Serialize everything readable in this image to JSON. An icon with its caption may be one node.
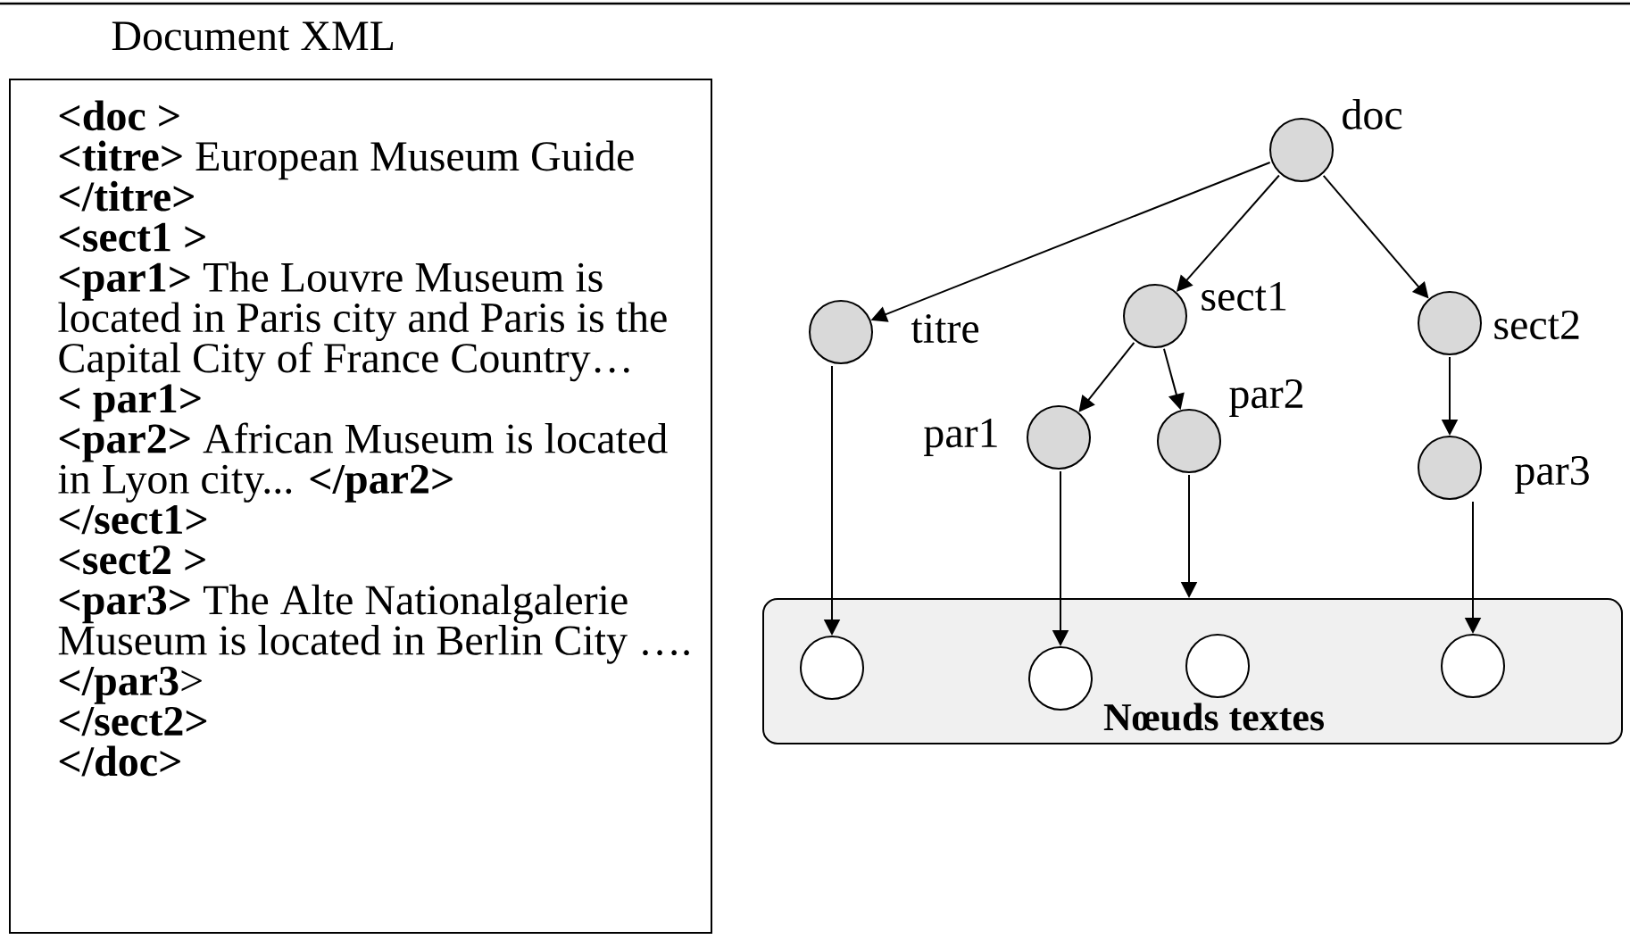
{
  "diagram": {
    "nodes": [
      {
        "text": [
          "Document XML",
          "**<doc >**",
          "**<titre>** European Museum Guide",
          "**</titre>**",
          "**<sect1 >**",
          "**<par1>** The Louvre Museum is located in Paris city and Paris is the Capital City of France Country…",
          "**< par1>**",
          "**<par2>** African Museum is located in Lyon city... **</par2>**",
          "**</sect1>**",
          "**<sect2 >**",
          "**<par3>** The Alte Nationalgalerie Museum is located in Berlin City ….",
          "**</par3**>",
          "**</sect2>**",
          "**</doc>**"
        ]
      },
      {
        "text": [],
        "shape": "circle",
        "beside": [
          "doc"
        ]
      },
      {
        "text": [],
        "shape": "circle",
        "beside": [
          "titre"
        ]
      },
      {
        "text": [],
        "shape": "circle",
        "beside": [
          "sect1"
        ]
      },
      {
        "text": [],
        "shape": "circle",
        "beside": [
          "sect2"
        ]
      },
      {
        "text": [],
        "shape": "circle",
        "beside": [
          "par1"
        ]
      },
      {
        "text": [],
        "shape": "circle",
        "beside": [
          "par2"
        ]
      },
      {
        "text": [],
        "shape": "circle",
        "beside": [
          "par3"
        ]
      },
      {
        "text": [
          "Nœuds textes"
        ]
      },
      {
        "text": [],
        "shape": "circle",
        "in": 8
      },
      {
        "text": [],
        "shape": "circle",
        "in": 8
      },
      {
        "text": [],
        "shape": "circle",
        "in": 8
      },
      {
        "text": [],
        "shape": "circle",
        "in": 8
      }
    ],
    "edges": [
      {
        "from": 1,
        "to": 2,
        "arrow": "to"
      },
      {
        "from": 1,
        "to": 3,
        "arrow": "to"
      },
      {
        "from": 1,
        "to": 4,
        "arrow": "to"
      },
      {
        "from": 3,
        "to": 5,
        "arrow": "to"
      },
      {
        "from": 3,
        "to": 6,
        "arrow": "to"
      },
      {
        "from": 4,
        "to": 7,
        "arrow": "to"
      },
      {
        "from": 2,
        "to": 9,
        "arrow": "to"
      },
      {
        "from": 5,
        "to": 10,
        "arrow": "to"
      },
      {
        "from": 6,
        "to": 8,
        "arrow": "to"
      },
      {
        "from": 7,
        "to": 12,
        "arrow": "to"
      }
    ]
  }
}
